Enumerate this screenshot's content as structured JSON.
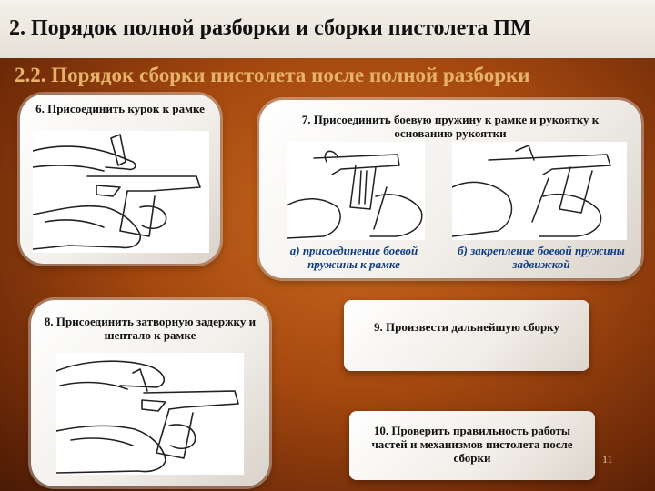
{
  "slide": {
    "title": "2. Порядок полной разборки и сборки пистолета ПМ",
    "subtitle": "2.2. Порядок сборки пистолета после полной разборки",
    "page_number": "11"
  },
  "steps": [
    {
      "text": "6. Присоединить курок к рамке"
    },
    {
      "text": "7. Присоединить боевую пружину к рамке и рукоятку к основанию рукоятки"
    },
    {
      "text": "8. Присоединить затворную задержку и шептало к рамке"
    },
    {
      "text": "9. Произвести дальнейшую сборку"
    },
    {
      "text": "10. Проверить правильность работы частей и механизмов пистолета после сборки"
    }
  ],
  "captions": {
    "a": "а) присоединение боевой пружины к рамке",
    "b": "б) закрепление боевой пружины задвижкой"
  },
  "colors": {
    "title_bar": "#eeeae2",
    "subtitle": "#e7b26a",
    "caption": "#0c3b84",
    "background": "#a4480f"
  }
}
